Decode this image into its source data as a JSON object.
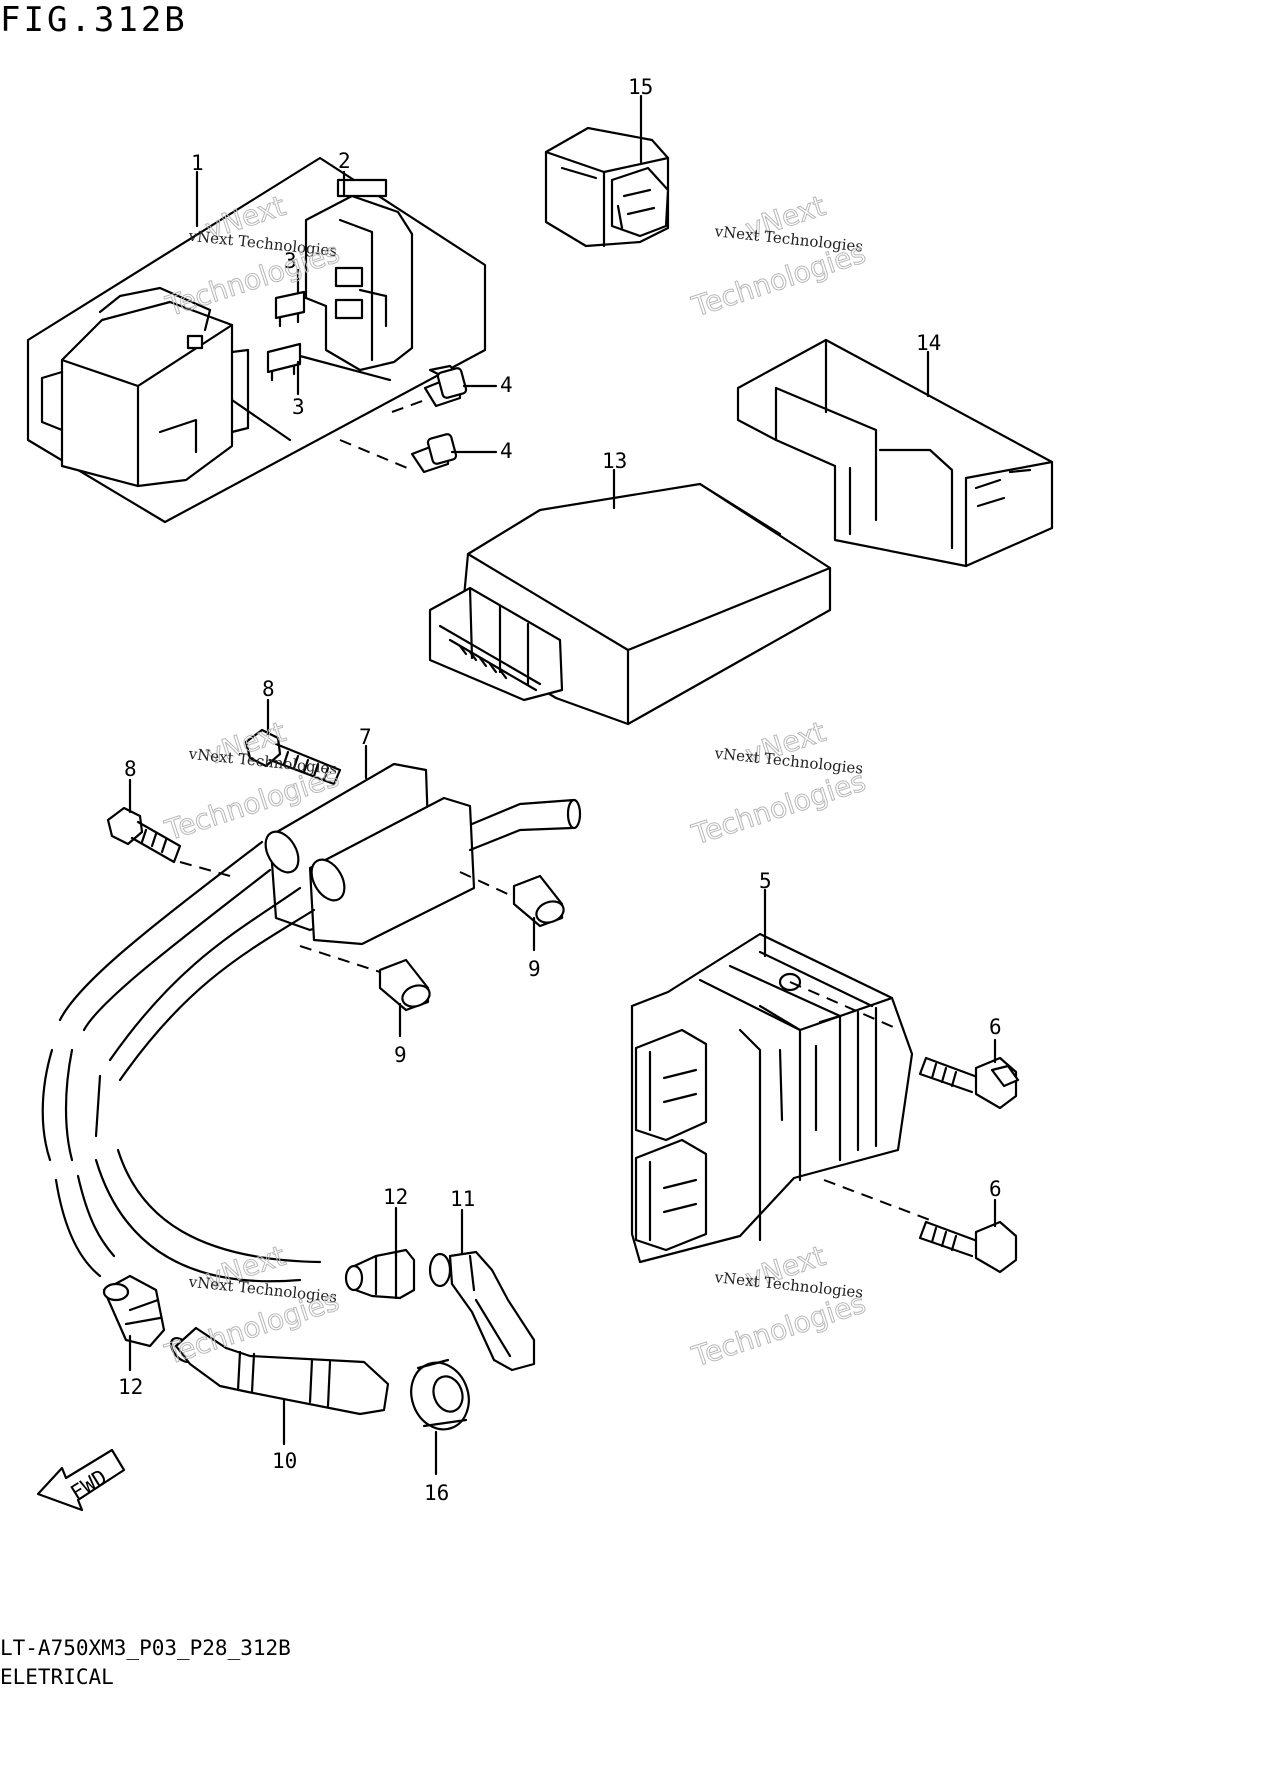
{
  "figure": {
    "title": "FIG.312B",
    "model_code": "LT-A750XM3_P03_P28_312B",
    "section": "ELETRICAL"
  },
  "part_numbers": [
    "1",
    "2",
    "3",
    "3",
    "4",
    "4",
    "5",
    "6",
    "6",
    "7",
    "8",
    "8",
    "9",
    "9",
    "10",
    "11",
    "12",
    "12",
    "13",
    "14",
    "15",
    "16"
  ],
  "fwd_label": "FWD",
  "watermark": {
    "line1": "vNext Technologies",
    "line2": "vNext",
    "line3": "Technologies"
  }
}
